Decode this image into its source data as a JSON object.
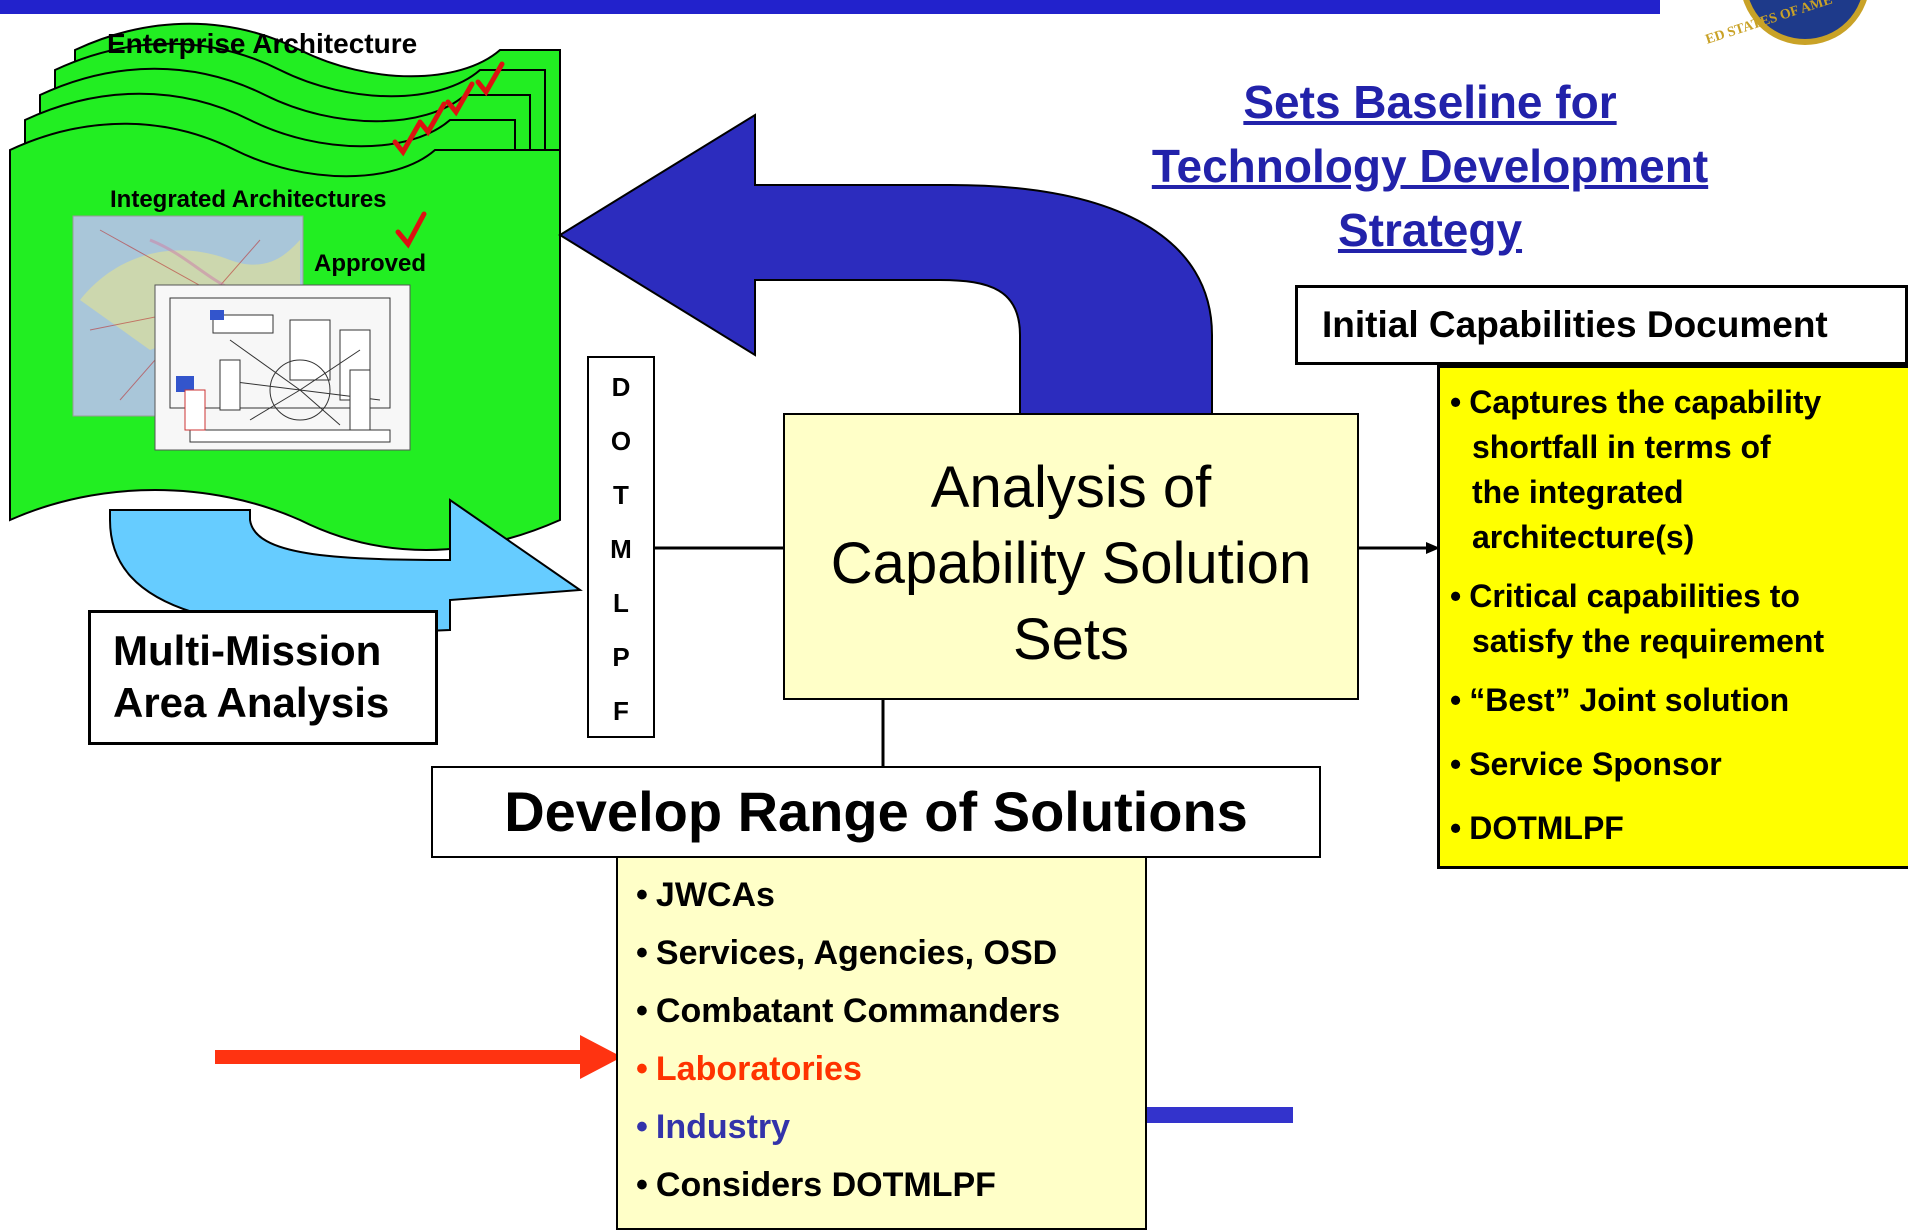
{
  "heading": {
    "lines": [
      "Sets Baseline for",
      "Technology Development",
      "Strategy"
    ],
    "color": "#2222aa"
  },
  "enterprise": {
    "title": "Enterprise Architecture",
    "integrated_label": "Integrated Architectures",
    "approved_label": "Approved",
    "page_color": "#22ee22"
  },
  "mission": {
    "line1": "Multi-Mission",
    "line2": "Area Analysis"
  },
  "dotmlpf_letters": [
    "D",
    "O",
    "T",
    "M",
    "L",
    "P",
    "F"
  ],
  "analysis": {
    "line1": "Analysis of",
    "line2": "Capability Solution",
    "line3": "Sets"
  },
  "develop": {
    "title": "Develop Range of Solutions",
    "items": [
      {
        "text": "JWCAs",
        "color": "#000000"
      },
      {
        "text": "Services, Agencies, OSD",
        "color": "#000000"
      },
      {
        "text": "Combatant Commanders",
        "color": "#000000"
      },
      {
        "text": "Laboratories",
        "color": "#ff3300"
      },
      {
        "text": "Industry",
        "color": "#3333aa"
      },
      {
        "text": "Considers DOTMLPF",
        "color": "#000000"
      }
    ]
  },
  "icd": {
    "title": "Initial Capabilities Document",
    "items": [
      {
        "lines": [
          "Captures the capability",
          "shortfall in terms of",
          "the integrated",
          "architecture(s)"
        ]
      },
      {
        "lines": [
          "Critical capabilities to",
          "satisfy the requirement"
        ]
      },
      {
        "lines": [
          "“Best” Joint solution"
        ]
      },
      {
        "lines": [
          "Service Sponsor"
        ]
      },
      {
        "lines": [
          "DOTMLPF"
        ]
      }
    ]
  },
  "bullet": "•",
  "colors": {
    "arrow_blue": "#2c2cbe",
    "arrow_lightblue": "#66ccff",
    "arrow_red": "#ff3311",
    "check_red": "#dd1111"
  },
  "seal_text": "ED STATES OF AME"
}
